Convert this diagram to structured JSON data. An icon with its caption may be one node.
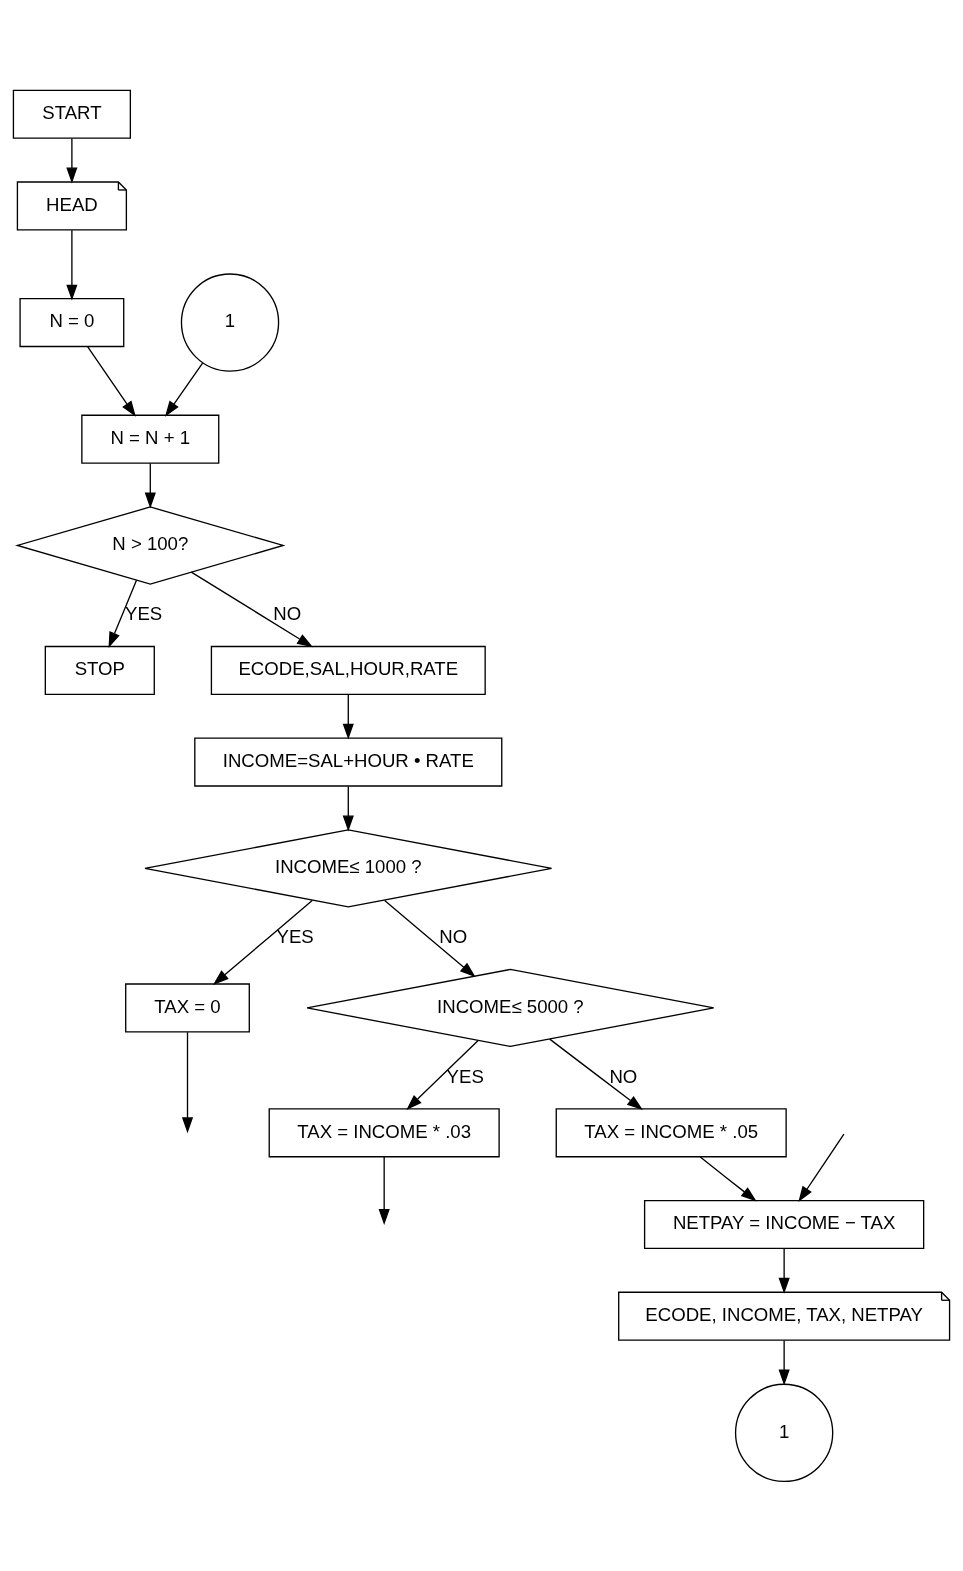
{
  "diagram": {
    "nodes": [
      {
        "text": [
          "START"
        ]
      },
      {
        "text": [
          "HEAD"
        ]
      },
      {
        "text": [
          "N = 0"
        ]
      },
      {
        "text": [
          "1"
        ]
      },
      {
        "text": [
          "N = N + 1"
        ]
      },
      {
        "text": [
          "N > 100?"
        ]
      },
      {
        "text": [
          "STOP"
        ]
      },
      {
        "text": [
          "ECODE,SAL,HOUR,RATE"
        ]
      },
      {
        "text": [
          "INCOME=SAL+HOUR • RATE"
        ]
      },
      {
        "text": [
          "INCOME≤ 1000 ?"
        ]
      },
      {
        "text": [
          "TAX = 0"
        ]
      },
      {
        "text": [
          "INCOME≤ 5000 ?"
        ]
      },
      {
        "text": [
          "TAX = INCOME * .03"
        ]
      },
      {
        "text": [
          "TAX = INCOME * .05"
        ]
      },
      {
        "text": [
          "NETPAY = INCOME − TAX"
        ]
      },
      {
        "text": [
          "ECODE, INCOME, TAX, NETPAY"
        ]
      },
      {
        "text": [
          "1"
        ]
      }
    ],
    "edges": [
      {
        "from": 0,
        "to": 1,
        "arrow": "to"
      },
      {
        "from": 1,
        "to": 2,
        "arrow": "to"
      },
      {
        "from": 2,
        "to": 4,
        "arrow": "to"
      },
      {
        "from": 3,
        "to": 4,
        "arrow": "to"
      },
      {
        "from": 4,
        "to": 5,
        "arrow": "to"
      },
      {
        "from": 5,
        "to": 6,
        "label": "YES",
        "arrow": "to"
      },
      {
        "from": 5,
        "to": 7,
        "label": "NO",
        "arrow": "to"
      },
      {
        "from": 7,
        "to": 8,
        "arrow": "to"
      },
      {
        "from": 8,
        "to": 9,
        "arrow": "to"
      },
      {
        "from": 9,
        "to": 10,
        "label": "YES",
        "arrow": "to"
      },
      {
        "from": 9,
        "to": 11,
        "label": "NO",
        "arrow": "to"
      },
      {
        "from": 10,
        "to": null,
        "arrow": "to"
      },
      {
        "from": 11,
        "to": 12,
        "label": "YES",
        "arrow": "to"
      },
      {
        "from": 11,
        "to": 13,
        "label": "NO",
        "arrow": "to"
      },
      {
        "from": 12,
        "to": null,
        "arrow": "to"
      },
      {
        "from": null,
        "to": 14,
        "arrow": "to"
      },
      {
        "from": 13,
        "to": 14,
        "arrow": "to"
      },
      {
        "from": 14,
        "to": 15,
        "arrow": "to"
      },
      {
        "from": 15,
        "to": 16,
        "arrow": "to"
      }
    ]
  }
}
